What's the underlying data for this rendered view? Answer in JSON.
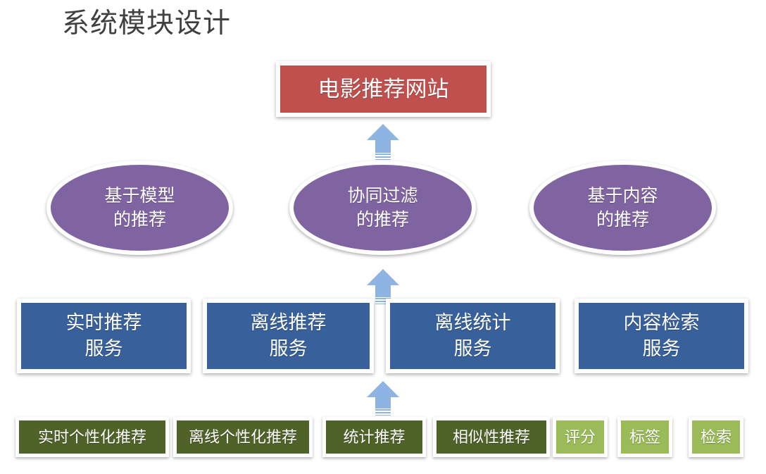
{
  "slide": {
    "title": "系统模块设计",
    "background_color": "#ffffff",
    "title_color": "#404040"
  },
  "colors": {
    "red": "#c0504d",
    "purple": "#8064a2",
    "blue": "#38609b",
    "green_dark": "#4f6228",
    "green_light": "#9bbb59",
    "arrow_blue": "#8db4e2",
    "frame": "#ffffff"
  },
  "top_node": {
    "label": "电影推荐网站",
    "color": "#c0504d",
    "shape": "rectangle"
  },
  "algorithm_layer": {
    "shape": "ellipse",
    "color": "#8064a2",
    "items": [
      {
        "label": "基于模型\n的推荐"
      },
      {
        "label": "协同过滤\n的推荐"
      },
      {
        "label": "基于内容\n的推荐"
      }
    ]
  },
  "service_layer": {
    "shape": "rectangle",
    "color": "#38609b",
    "items": [
      {
        "label": "实时推荐\n服务"
      },
      {
        "label": "离线推荐\n服务"
      },
      {
        "label": "离线统计\n服务"
      },
      {
        "label": "内容检索\n服务"
      }
    ]
  },
  "data_layer": {
    "shape": "rectangle",
    "items": [
      {
        "label": "实时个性化推荐",
        "color": "#4f6228"
      },
      {
        "label": "离线个性化推荐",
        "color": "#4f6228"
      },
      {
        "label": "统计推荐",
        "color": "#4f6228"
      },
      {
        "label": "相似性推荐",
        "color": "#4f6228"
      },
      {
        "label": "评分",
        "color": "#9bbb59"
      },
      {
        "label": "标签",
        "color": "#9bbb59"
      },
      {
        "label": "检索",
        "color": "#9bbb59"
      }
    ]
  },
  "connectors": [
    {
      "name": "arrow-data-to-service",
      "direction": "up",
      "color": "#8db4e2"
    },
    {
      "name": "arrow-service-to-algorithm",
      "direction": "up",
      "color": "#8db4e2"
    },
    {
      "name": "arrow-algorithm-to-site",
      "direction": "up",
      "color": "#8db4e2"
    }
  ]
}
